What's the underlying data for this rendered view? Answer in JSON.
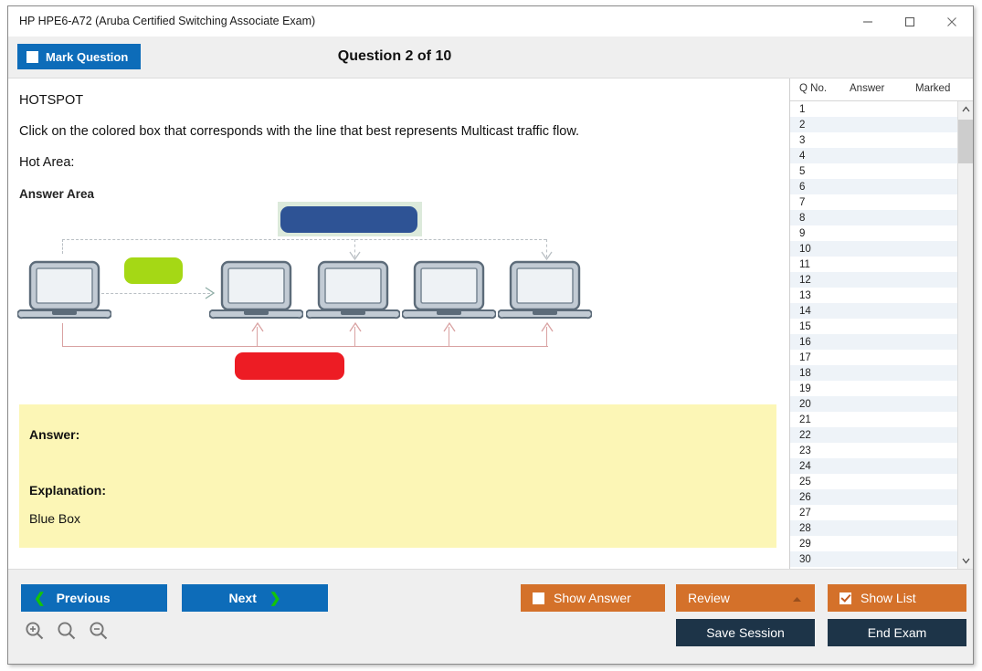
{
  "window": {
    "title": "HP HPE6-A72 (Aruba Certified Switching Associate Exam)",
    "controls": {
      "minimize": "minimize-icon",
      "maximize": "maximize-icon",
      "close": "close-icon"
    }
  },
  "header": {
    "mark_label": "Mark Question",
    "mark_checked": false,
    "question_title": "Question 2 of 10"
  },
  "question": {
    "type_label": "HOTSPOT",
    "prompt": "Click on the colored box that corresponds with the line that best represents Multicast traffic flow.",
    "hot_area_label": "Hot Area:",
    "answer_area_label": "Answer Area"
  },
  "diagram": {
    "boxes": [
      {
        "name": "blue-box",
        "color": "#2e5395",
        "selected": true,
        "frame": "#dceadb"
      },
      {
        "name": "green-box",
        "color": "#a5d815",
        "selected": false,
        "frame": "#ffffff"
      },
      {
        "name": "red-box",
        "color": "#ed1c24",
        "selected": false,
        "frame": "#ffffff"
      }
    ],
    "laptop_count": 5,
    "line_colors": {
      "dashed": "#b9bfc4",
      "solid": "#d9a2a2"
    }
  },
  "answer_panel": {
    "answer_label": "Answer:",
    "answer_value": "",
    "explanation_label": "Explanation:",
    "explanation_value": "Blue Box",
    "background": "#fcf6b6"
  },
  "question_list": {
    "columns": [
      "Q No.",
      "Answer",
      "Marked"
    ],
    "rows": [
      {
        "no": "1",
        "answer": "",
        "marked": ""
      },
      {
        "no": "2",
        "answer": "",
        "marked": ""
      },
      {
        "no": "3",
        "answer": "",
        "marked": ""
      },
      {
        "no": "4",
        "answer": "",
        "marked": ""
      },
      {
        "no": "5",
        "answer": "",
        "marked": ""
      },
      {
        "no": "6",
        "answer": "",
        "marked": ""
      },
      {
        "no": "7",
        "answer": "",
        "marked": ""
      },
      {
        "no": "8",
        "answer": "",
        "marked": ""
      },
      {
        "no": "9",
        "answer": "",
        "marked": ""
      },
      {
        "no": "10",
        "answer": "",
        "marked": ""
      },
      {
        "no": "11",
        "answer": "",
        "marked": ""
      },
      {
        "no": "12",
        "answer": "",
        "marked": ""
      },
      {
        "no": "13",
        "answer": "",
        "marked": ""
      },
      {
        "no": "14",
        "answer": "",
        "marked": ""
      },
      {
        "no": "15",
        "answer": "",
        "marked": ""
      },
      {
        "no": "16",
        "answer": "",
        "marked": ""
      },
      {
        "no": "17",
        "answer": "",
        "marked": ""
      },
      {
        "no": "18",
        "answer": "",
        "marked": ""
      },
      {
        "no": "19",
        "answer": "",
        "marked": ""
      },
      {
        "no": "20",
        "answer": "",
        "marked": ""
      },
      {
        "no": "21",
        "answer": "",
        "marked": ""
      },
      {
        "no": "22",
        "answer": "",
        "marked": ""
      },
      {
        "no": "23",
        "answer": "",
        "marked": ""
      },
      {
        "no": "24",
        "answer": "",
        "marked": ""
      },
      {
        "no": "25",
        "answer": "",
        "marked": ""
      },
      {
        "no": "26",
        "answer": "",
        "marked": ""
      },
      {
        "no": "27",
        "answer": "",
        "marked": ""
      },
      {
        "no": "28",
        "answer": "",
        "marked": ""
      },
      {
        "no": "29",
        "answer": "",
        "marked": ""
      },
      {
        "no": "30",
        "answer": "",
        "marked": ""
      }
    ]
  },
  "toolbar": {
    "previous_label": "Previous",
    "next_label": "Next",
    "show_answer_label": "Show Answer",
    "show_answer_checked": false,
    "review_label": "Review",
    "show_list_label": "Show List",
    "show_list_checked": true,
    "save_session_label": "Save Session",
    "end_exam_label": "End Exam",
    "zoom_icons": [
      "zoom-in-icon",
      "zoom-reset-icon",
      "zoom-out-icon"
    ]
  },
  "colors": {
    "accent_blue": "#0d6cb9",
    "accent_orange": "#d4712a",
    "accent_navy": "#1d3448",
    "chevron_green": "#13c40a"
  }
}
